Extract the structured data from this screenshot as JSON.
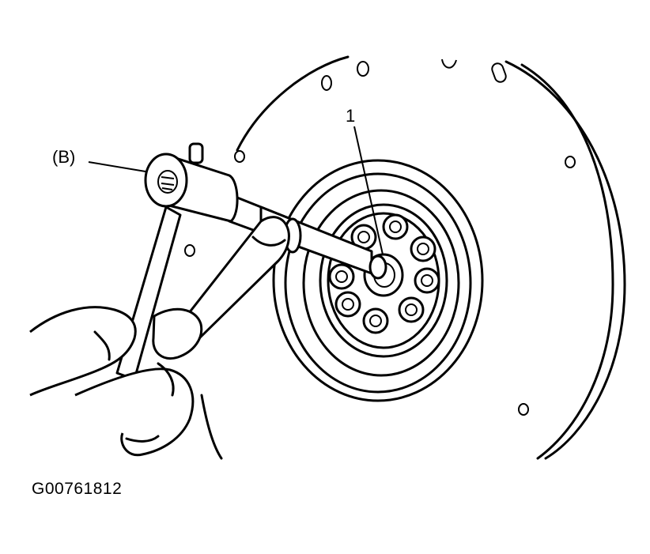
{
  "labels": {
    "tool_callout": "(B)",
    "part_callout": "1"
  },
  "figure_code": "G00761812",
  "colors": {
    "line": "#000000",
    "background": "#ffffff"
  }
}
